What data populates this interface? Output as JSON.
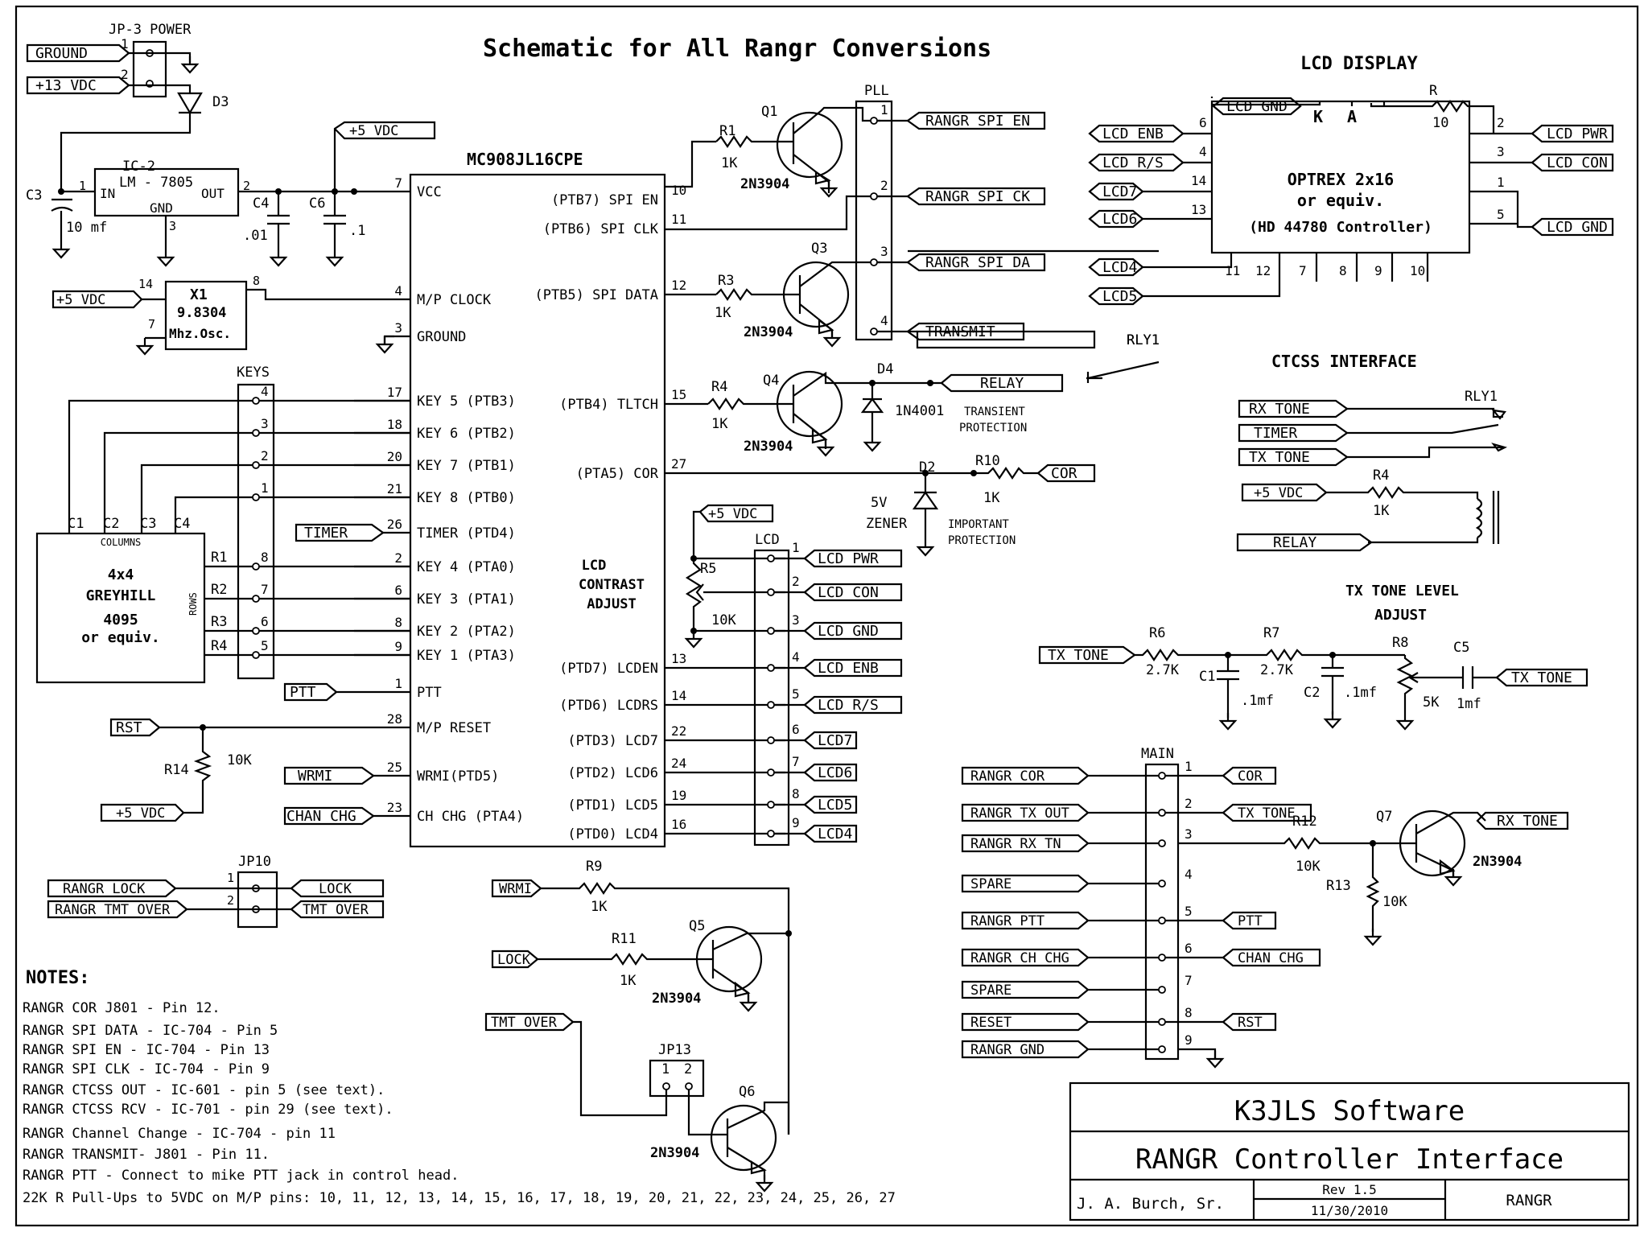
{
  "title": "Schematic for All Rangr Conversions",
  "mcu": {
    "part": "MC908JL16CPE",
    "left_pins": [
      {
        "num": "7",
        "label": "VCC"
      },
      {
        "num": "4",
        "label": "M/P CLOCK"
      },
      {
        "num": "3",
        "label": "GROUND"
      },
      {
        "num": "17",
        "label": "KEY 5 (PTB3)"
      },
      {
        "num": "18",
        "label": "KEY 6 (PTB2)"
      },
      {
        "num": "20",
        "label": "KEY 7 (PTB1)"
      },
      {
        "num": "21",
        "label": "KEY 8 (PTB0)"
      },
      {
        "num": "26",
        "label": "TIMER (PTD4)"
      },
      {
        "num": "2",
        "label": "KEY 4 (PTA0)"
      },
      {
        "num": "6",
        "label": "KEY 3 (PTA1)"
      },
      {
        "num": "8",
        "label": "KEY 2 (PTA2)"
      },
      {
        "num": "9",
        "label": "KEY 1 (PTA3)"
      },
      {
        "num": "1",
        "label": "PTT"
      },
      {
        "num": "28",
        "label": "M/P RESET"
      },
      {
        "num": "25",
        "label": "WRMI(PTD5)"
      },
      {
        "num": "23",
        "label": "CH CHG (PTA4)"
      }
    ],
    "right_pins": [
      {
        "num": "10",
        "label": "(PTB7) SPI EN"
      },
      {
        "num": "11",
        "label": "(PTB6) SPI CLK"
      },
      {
        "num": "12",
        "label": "(PTB5) SPI DATA"
      },
      {
        "num": "15",
        "label": "(PTB4) TLTCH"
      },
      {
        "num": "27",
        "label": "(PTA5) COR"
      },
      {
        "num": "13",
        "label": "(PTD7) LCDEN"
      },
      {
        "num": "14",
        "label": "(PTD6) LCDRS"
      },
      {
        "num": "22",
        "label": "(PTD3) LCD7"
      },
      {
        "num": "24",
        "label": "(PTD2) LCD6"
      },
      {
        "num": "19",
        "label": "(PTD1) LCD5"
      },
      {
        "num": "16",
        "label": "(PTD0) LCD4"
      }
    ],
    "contrast_note": [
      "LCD",
      "CONTRAST",
      "ADJUST"
    ]
  },
  "power": {
    "jp3_title": "JP-3 POWER",
    "ground_tag": "GROUND",
    "v13_tag": "+13 VDC",
    "d3": "D3",
    "c3": "C3",
    "c3_value": "10 mf",
    "ic2": "IC-2",
    "ic2_part": "LM - 7805",
    "ic2_in": "IN",
    "ic2_out": "OUT",
    "ic2_gnd": "GND",
    "c4": "C4",
    "c4_value": ".01",
    "c6": "C6",
    "c6_value": ".1",
    "v5_tag": "+5 VDC",
    "n1": "1",
    "n2": "2",
    "n3": "3"
  },
  "osc": {
    "name": "X1",
    "freq": "9.8304",
    "desc": "Mhz.Osc.",
    "pin14": "14",
    "pin8": "8",
    "pin7": "7",
    "v5_tag": "+5 VDC"
  },
  "keypad": {
    "header_title": "KEYS",
    "header_pins": [
      "4",
      "3",
      "2",
      "1",
      "8",
      "7",
      "6",
      "5"
    ],
    "line1": "4x4",
    "line2": "GREYHILL",
    "line3": "4095",
    "line4": "or equiv.",
    "columns_label": "COLUMNS",
    "rows_label": "ROWS",
    "col_labels": [
      "C1",
      "C2",
      "C3",
      "C4"
    ],
    "row_labels": [
      "R1",
      "R2",
      "R3",
      "R4"
    ]
  },
  "left_tags": {
    "timer": "TIMER",
    "ptt": "PTT",
    "rst": "RST",
    "r14": "R14",
    "r14_value": "10K",
    "v5": "+5 VDC",
    "wrmi": "WRMI",
    "chan_chg": "CHAN CHG"
  },
  "jp10": {
    "title": "JP10",
    "pin1": "1",
    "pin2": "2",
    "rangr_lock": "RANGR LOCK",
    "rangr_tmt": "RANGR TMT OVER",
    "lock": "LOCK",
    "tmt": "TMT OVER"
  },
  "transistors": {
    "q1": "Q1",
    "q3": "Q3",
    "q4": "Q4",
    "q5": "Q5",
    "q6": "Q6",
    "type": "2N3904",
    "r1": "R1",
    "r3": "R3",
    "r4": "R4",
    "res_1k": "1K",
    "d4": "D4",
    "d4_part": "1N4001",
    "d4_note1": "TRANSIENT",
    "d4_note2": "PROTECTION"
  },
  "pll": {
    "title": "PLL",
    "pins": [
      "1",
      "2",
      "3",
      "4"
    ],
    "tags": [
      "RANGR SPI EN",
      "RANGR SPI CK",
      "RANGR SPI DA",
      "TRANSMIT"
    ],
    "rly1": "RLY1",
    "relay_tag": "RELAY"
  },
  "cor": {
    "d2": "D2",
    "zener1": "5V",
    "zener2": "ZENER",
    "r10": "R10",
    "r10_value": "1K",
    "tag": "COR",
    "note1": "IMPORTANT",
    "note2": "PROTECTION"
  },
  "lcd_header": {
    "title": "LCD",
    "v5_tag": "+5 VDC",
    "r5": "R5",
    "r5_value": "10K",
    "pins": [
      "1",
      "2",
      "3",
      "4",
      "5",
      "6",
      "7",
      "8",
      "9"
    ],
    "tags": [
      "LCD PWR",
      "LCD CON",
      "LCD GND",
      "LCD ENB",
      "LCD R/S",
      "LCD7",
      "LCD6",
      "LCD5",
      "LCD4"
    ]
  },
  "lcd_display": {
    "title": "LCD DISPLAY",
    "line1": "OPTREX 2x16",
    "line2": "or equiv.",
    "line3": "(HD 44780 Controller)",
    "k": "K",
    "a": "A",
    "r": "R",
    "r_value": "10",
    "left_tags": [
      "LCD GND",
      "LCD ENB",
      "LCD R/S",
      "LCD7",
      "LCD6",
      "LCD4",
      "LCD5"
    ],
    "left_pins": [
      "6",
      "4",
      "14",
      "13"
    ],
    "bottom_pins": [
      "11",
      "12",
      "7",
      "8",
      "9",
      "10"
    ],
    "right_tags": [
      "LCD PWR",
      "LCD CON",
      "LCD GND"
    ],
    "right_pins": [
      "2",
      "3",
      "1",
      "5"
    ]
  },
  "ctcss": {
    "title": "CTCSS INTERFACE",
    "rx_tone": "RX TONE",
    "timer": "TIMER",
    "tx_tone": "TX TONE",
    "v5": "+5 VDC",
    "relay": "RELAY",
    "rly1": "RLY1",
    "r4": "R4",
    "r4_value": "1K"
  },
  "txlevel": {
    "title1": "TX TONE LEVEL",
    "title2": "ADJUST",
    "tx_tone_in": "TX TONE",
    "tx_tone_out": "TX TONE",
    "r6": "R6",
    "r6_value": "2.7K",
    "r7": "R7",
    "r7_value": "2.7K",
    "c1": "C1",
    "c1_value": ".1mf",
    "c2": "C2",
    "c2_value": ".1mf",
    "r8": "R8",
    "r8_value": "5K",
    "c5": "C5",
    "c5_value": "1mf"
  },
  "main": {
    "title": "MAIN",
    "pins": [
      "1",
      "2",
      "3",
      "4",
      "5",
      "6",
      "7",
      "8",
      "9"
    ],
    "left_tags": [
      "RANGR  COR",
      "RANGR TX OUT",
      "RANGR RX TN",
      "SPARE",
      "RANGR PTT",
      "RANGR CH CHG",
      "SPARE",
      "RESET",
      "RANGR GND"
    ],
    "right_tags": [
      "COR",
      "TX TONE",
      "",
      "",
      "PTT",
      "CHAN CHG",
      "",
      "RST",
      ""
    ],
    "r12": "R12",
    "r12_value": "10K",
    "r13": "R13",
    "r13_value": "10K",
    "q7": "Q7",
    "q7_type": "2N3904",
    "rx_tone": "RX TONE"
  },
  "lower": {
    "wrmi": "WRMI",
    "lock": "LOCK",
    "tmt_over": "TMT OVER",
    "r9": "R9",
    "r9_value": "1K",
    "r11": "R11",
    "r11_value": "1K",
    "jp13": "JP13",
    "jp13_pins": [
      "1",
      "2"
    ]
  },
  "notes": {
    "heading": "NOTES:",
    "lines": [
      "RANGR COR J801 - Pin 12.",
      "RANGR SPI DATA - IC-704 - Pin 5",
      "RANGR SPI EN - IC-704 - Pin 13",
      "RANGR SPI CLK - IC-704 - Pin 9",
      "RANGR CTCSS OUT - IC-601 - pin 5 (see text).",
      "RANGR CTCSS RCV - IC-701 - pin 29 (see text).",
      "RANGR Channel Change - IC-704 - pin 11",
      "RANGR TRANSMIT- J801 - Pin 11.",
      "RANGR PTT - Connect to mike PTT jack in control head.",
      "22K R Pull-Ups to 5VDC on M/P pins: 10, 11, 12, 13, 14, 15, 16, 17, 18, 19, 20, 21, 22, 23, 24, 25, 26, 27"
    ]
  },
  "title_block": {
    "company": "K3JLS Software",
    "project": "RANGR Controller Interface",
    "author": "J. A. Burch, Sr.",
    "rev": "Rev 1.5",
    "date": "11/30/2010",
    "name": "RANGR"
  }
}
